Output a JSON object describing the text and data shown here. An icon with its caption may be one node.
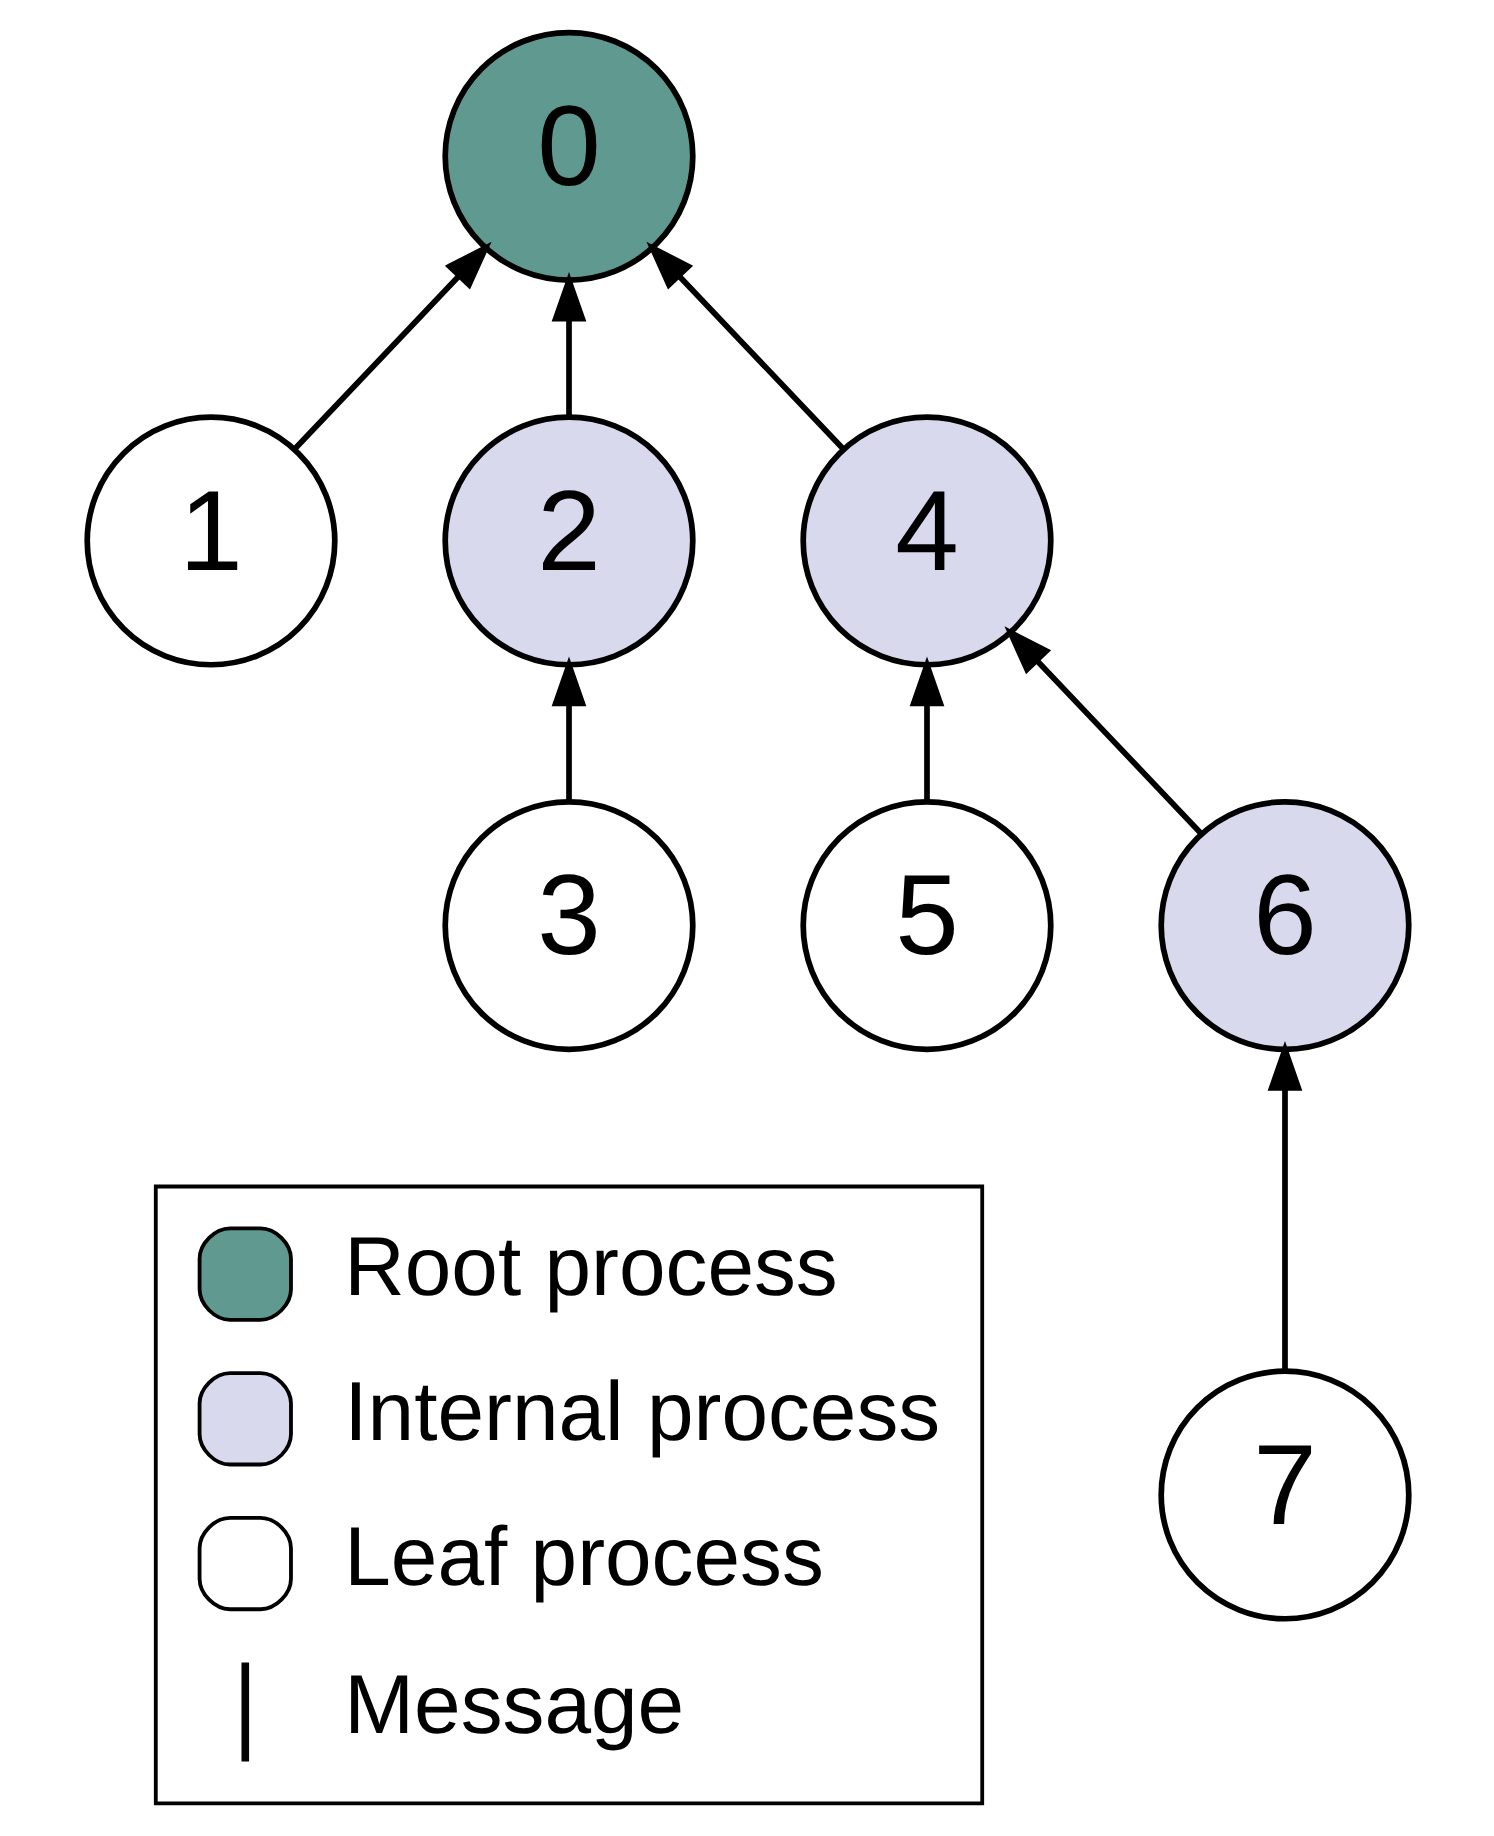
{
  "diagram": {
    "nodes": [
      {
        "text": [
          "0"
        ]
      },
      {
        "text": [
          "1"
        ]
      },
      {
        "text": [
          "2"
        ]
      },
      {
        "text": [
          "3"
        ]
      },
      {
        "text": [
          "4"
        ]
      },
      {
        "text": [
          "5"
        ]
      },
      {
        "text": [
          "6"
        ]
      },
      {
        "text": [
          "7"
        ]
      }
    ],
    "edges": [
      {
        "from": 1,
        "to": 0,
        "arrow": "to"
      },
      {
        "from": 2,
        "to": 0,
        "arrow": "to"
      },
      {
        "from": 4,
        "to": 0,
        "arrow": "to"
      },
      {
        "from": 3,
        "to": 2,
        "arrow": "to"
      },
      {
        "from": 5,
        "to": 4,
        "arrow": "to"
      },
      {
        "from": 6,
        "to": 4,
        "arrow": "to"
      },
      {
        "from": 7,
        "to": 6,
        "arrow": "to"
      }
    ],
    "legend": [
      {
        "text": "Root process",
        "color": "#5f9990"
      },
      {
        "text": "Internal process",
        "color": "#d9d9ee"
      },
      {
        "text": "Leaf process",
        "color": "#ffffff"
      },
      {
        "text": "Message"
      }
    ]
  }
}
